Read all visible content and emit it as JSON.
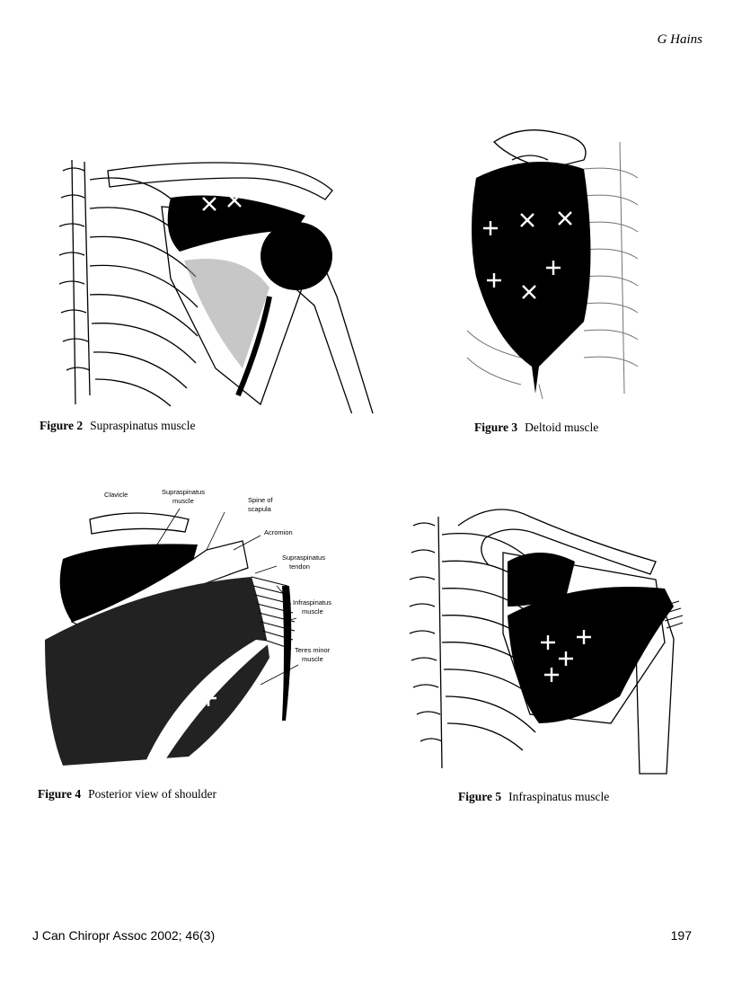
{
  "header": {
    "author": "G Hains"
  },
  "figures": {
    "fig2": {
      "number": "Figure 2",
      "caption": "Supraspinatus muscle"
    },
    "fig3": {
      "number": "Figure 3",
      "caption": "Deltoid muscle"
    },
    "fig4": {
      "number": "Figure 4",
      "caption": "Posterior view of shoulder",
      "labels": {
        "clavicle": "Clavicle",
        "supraspinatus_muscle_1": "Supraspinatus",
        "supraspinatus_muscle_2": "muscle",
        "spine_1": "Spine of",
        "spine_2": "scapula",
        "acromion": "Acromion",
        "sup_tendon_1": "Supraspinatus",
        "sup_tendon_2": "tendon",
        "infra_1": "Infraspinatus",
        "infra_2": "muscle",
        "teres_1": "Teres minor",
        "teres_2": "muscle"
      }
    },
    "fig5": {
      "number": "Figure 5",
      "caption": "Infraspinatus muscle"
    }
  },
  "footer": {
    "journal": "J Can Chiropr Assoc 2002; 46(3)",
    "page": "197"
  }
}
